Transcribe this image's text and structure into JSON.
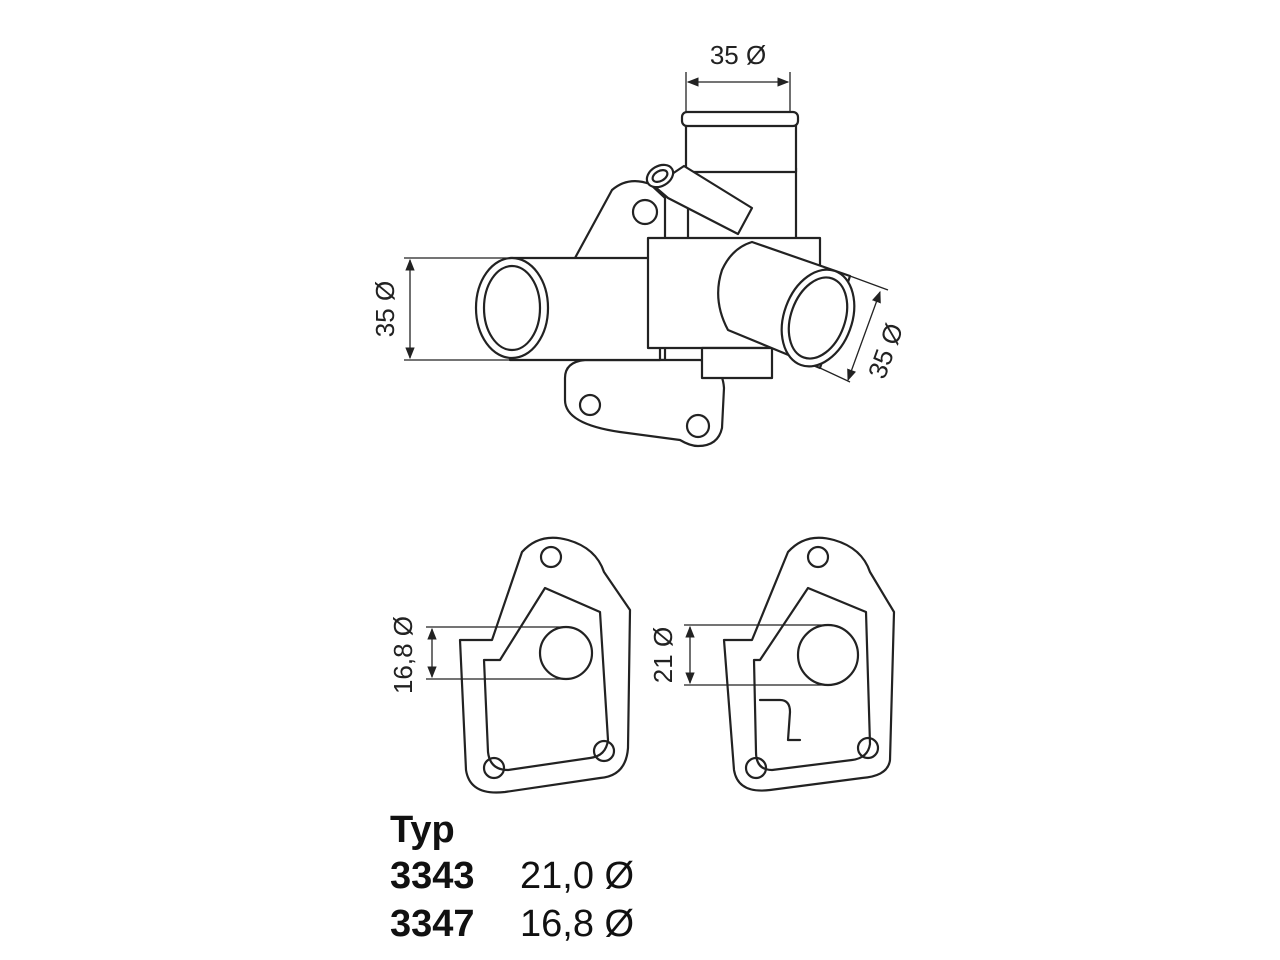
{
  "thermostat": {
    "dim_top": "35 Ø",
    "dim_left": "35 Ø",
    "dim_right": "35 Ø"
  },
  "gaskets": {
    "left_dim": "16,8 Ø",
    "right_dim": "21 Ø"
  },
  "type_table": {
    "header": "Typ",
    "rows": [
      {
        "code": "3343",
        "value": "21,0 Ø"
      },
      {
        "code": "3347",
        "value": "16,8 Ø"
      }
    ]
  }
}
